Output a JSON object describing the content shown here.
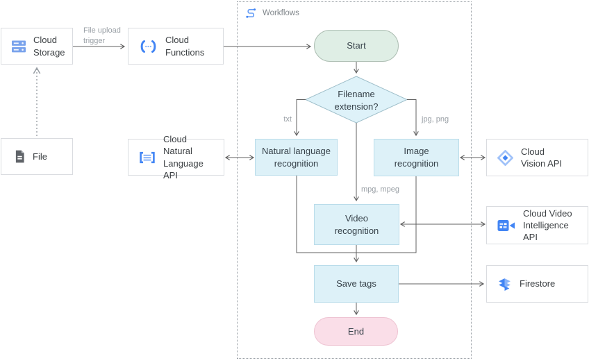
{
  "workflows_panel": {
    "label": "Workflows"
  },
  "nodes": {
    "cloud_storage": "Cloud\nStorage",
    "cloud_functions": "Cloud\nFunctions",
    "file": "File",
    "cloud_natural_language": "Cloud Natural\nLanguage API",
    "cloud_vision": "Cloud\nVision API",
    "cloud_video_intelligence": "Cloud Video\nIntelligence API",
    "firestore": "Firestore",
    "start": "Start",
    "filename_extension": "Filename\nextension?",
    "natural_language_recognition": "Natural language\nrecognition",
    "image_recognition": "Image\nrecognition",
    "video_recognition": "Video\nrecognition",
    "save_tags": "Save tags",
    "end": "End"
  },
  "edge_labels": {
    "file_upload_trigger": "File upload\ntrigger",
    "txt": "txt",
    "jpg_png": "jpg, png",
    "mpg_mpeg": "mpg, mpeg"
  },
  "colors": {
    "google_blue": "#4285f4",
    "google_blue_light": "#8ab4f8",
    "process_fill": "#ddf1f8",
    "decision_fill": "#def2f9",
    "start_fill": "#dfeee5",
    "end_fill": "#fadee8",
    "line": "#616161",
    "muted_label": "#9aa0a6"
  }
}
